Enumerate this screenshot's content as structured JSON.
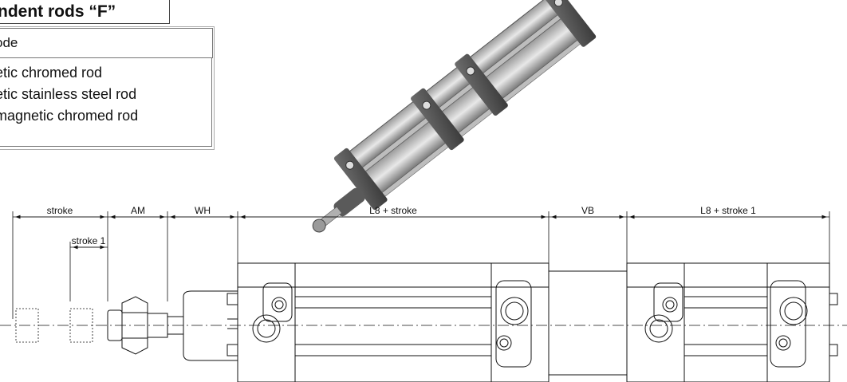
{
  "table": {
    "title": "ndent rods “F”",
    "header": "ode",
    "rows": [
      "etic chromed rod",
      "etic stainless steel rod",
      "magnetic chromed rod"
    ]
  },
  "dimensions": {
    "stroke": "stroke",
    "stroke_1": "stroke 1",
    "am": "AM",
    "wh": "WH",
    "l8_stroke": "L8 + stroke",
    "vb": "VB",
    "l8_stroke_1": "L8 + stroke 1"
  }
}
